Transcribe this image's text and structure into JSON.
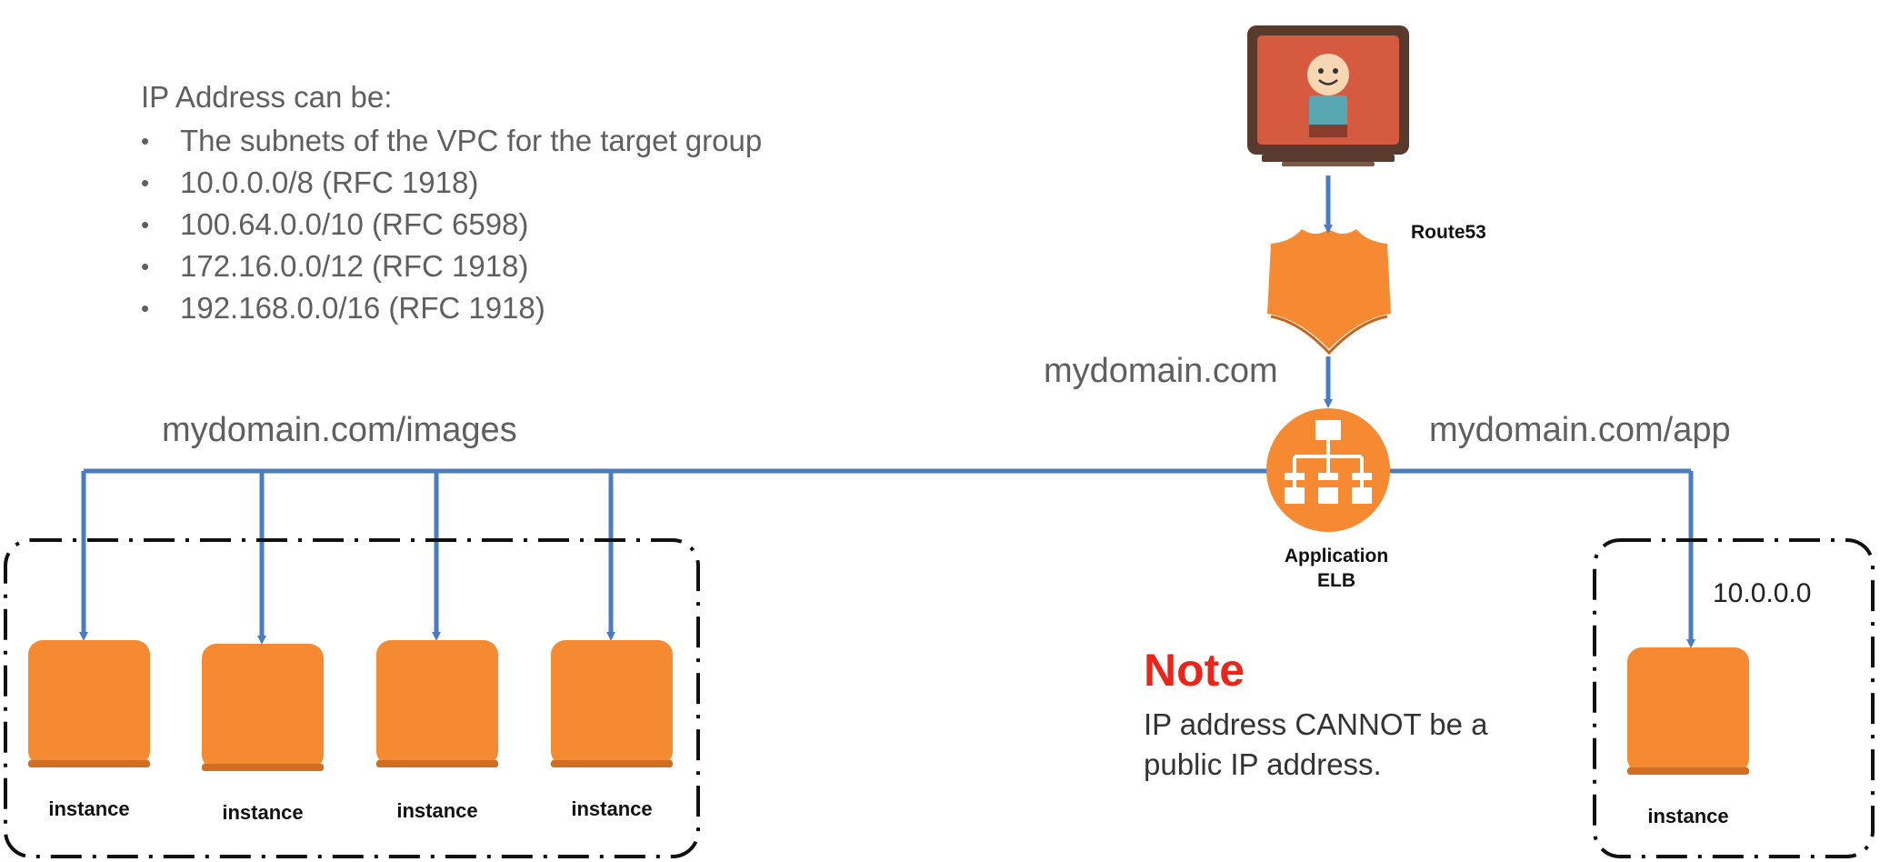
{
  "ip_info": {
    "heading": "IP Address can be:",
    "items": [
      "The subnets of the VPC for the target group",
      "10.0.0.0/8 (RFC 1918)",
      "100.64.0.0/10 (RFC 6598)",
      "172.16.0.0/12 (RFC 1918)",
      "192.168.0.0/16 (RFC 1918)"
    ]
  },
  "route53": {
    "label": "Route53",
    "icon": "route53-shield-icon"
  },
  "client": {
    "icon": "user-monitor-icon"
  },
  "elb": {
    "label_line1": "Application",
    "label_line2": "ELB",
    "icon": "application-load-balancer-icon"
  },
  "paths": {
    "main": "mydomain.com",
    "images": "mydomain.com/images",
    "app": "mydomain.com/app"
  },
  "instances": {
    "left_group": [
      "instance",
      "instance",
      "instance",
      "instance"
    ],
    "right_group": [
      "instance"
    ]
  },
  "right_group_ip": "10.0.0.0",
  "note": {
    "title": "Note",
    "text": "IP address CANNOT be a public IP address."
  },
  "colors": {
    "orange": "#f58a33",
    "line_blue": "#4a7dbd",
    "note_red": "#e8261a",
    "text_gray": "#5f5f5f"
  }
}
